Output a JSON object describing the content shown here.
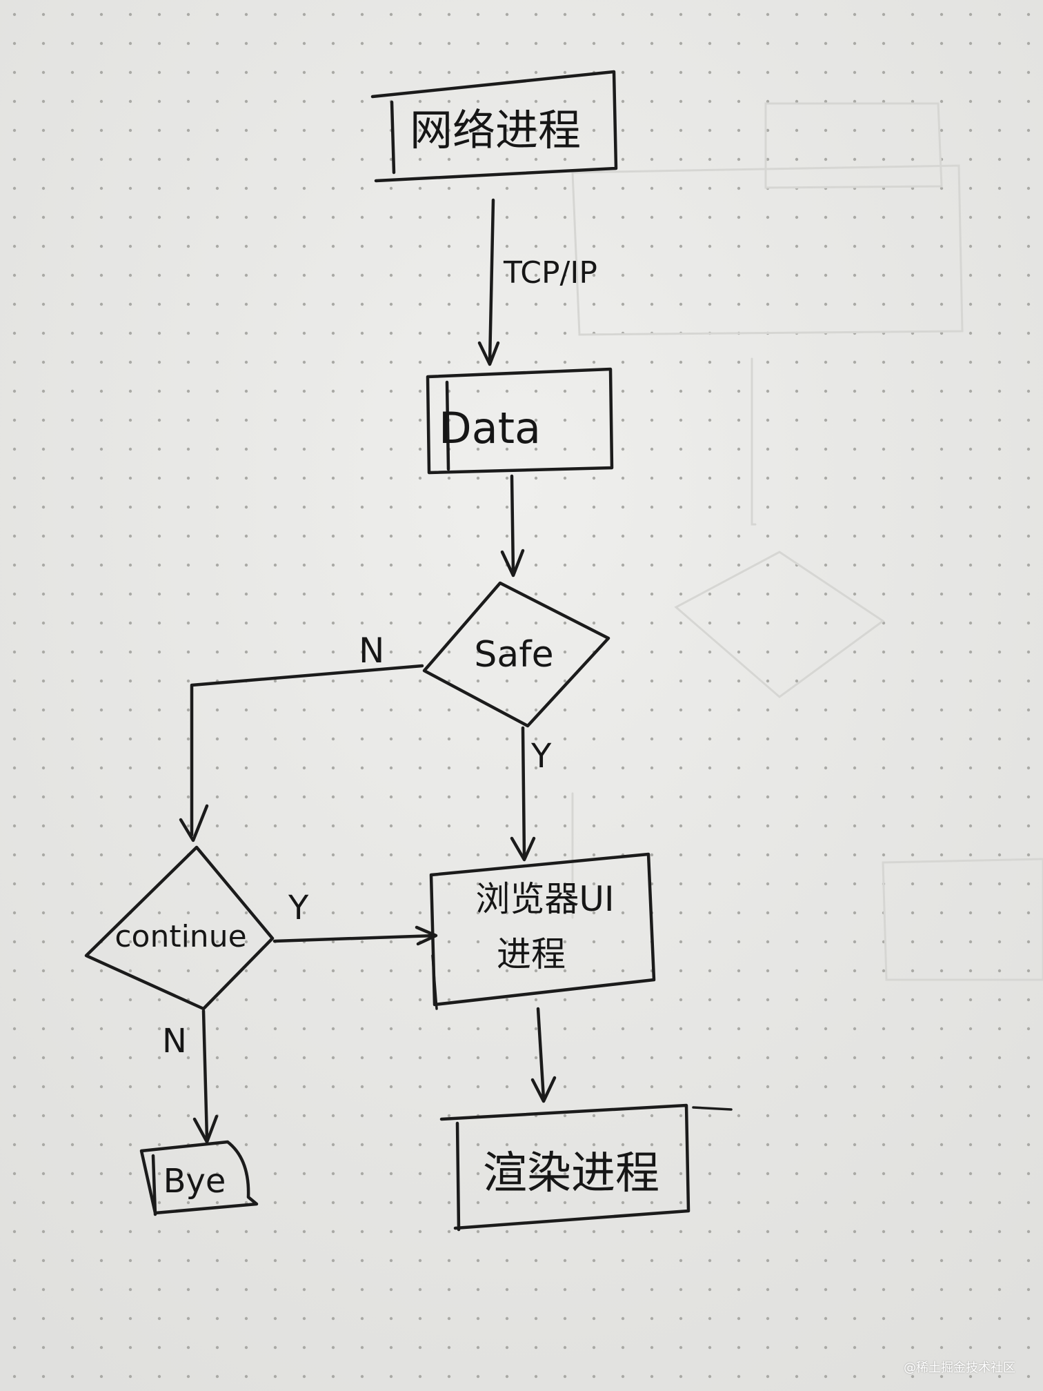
{
  "diagram": {
    "nodes": {
      "network": "网络进程",
      "data": "Data",
      "safe": "Safe",
      "continue": "continue",
      "browser_line1": "浏览器UI",
      "browser_line2": "进程",
      "render": "渲染进程",
      "bye": "Bye"
    },
    "edges": {
      "tcp_ip": "TCP/IP",
      "safe_no": "N",
      "safe_yes": "Y",
      "continue_yes": "Y",
      "continue_no": "N"
    }
  },
  "watermark": "@稀土掘金技术社区",
  "colors": {
    "paper": "#e9e9e7",
    "ink": "#1b1b1b",
    "dots": "#a9a9a5"
  }
}
